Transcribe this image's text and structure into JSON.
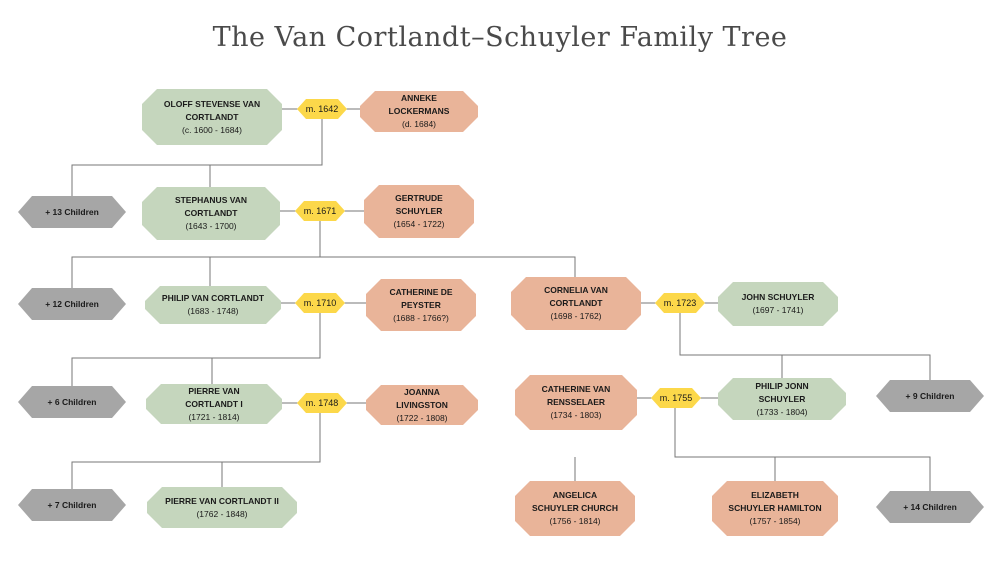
{
  "title": "The Van Cortlandt–Schuyler Family Tree",
  "colors": {
    "male": "#c5d6bd",
    "female": "#e9b499",
    "marriage": "#fcd84a",
    "children": "#a6a6a6",
    "line": "#777777"
  },
  "people": {
    "oloff": {
      "name": "OLOFF STEVENSE VAN CORTLANDT",
      "dates": "(c. 1600 - 1684)"
    },
    "anneke": {
      "name": "ANNEKE LOCKERMANS",
      "dates": "(d. 1684)"
    },
    "stephanus": {
      "name": "STEPHANUS VAN CORTLANDT",
      "dates": "(1643 - 1700)"
    },
    "gertrude": {
      "name": "GERTRUDE SCHUYLER",
      "dates": "(1654 - 1722)"
    },
    "philip_vc": {
      "name": "PHILIP VAN CORTLANDT",
      "dates": "(1683 - 1748)"
    },
    "catherine_dp": {
      "name": "CATHERINE DE PEYSTER",
      "dates": "(1688 - 1766?)"
    },
    "cornelia": {
      "name": "CORNELIA VAN CORTLANDT",
      "dates": "(1698 - 1762)"
    },
    "john_s": {
      "name": "JOHN SCHUYLER",
      "dates": "(1697 - 1741)"
    },
    "pierre1": {
      "name": "PIERRE VAN CORTLANDT I",
      "dates": "(1721 - 1814)"
    },
    "joanna": {
      "name": "JOANNA LIVINGSTON",
      "dates": "(1722 - 1808)"
    },
    "catherine_vr": {
      "name": "CATHERINE VAN RENSSELAER",
      "dates": "(1734 - 1803)"
    },
    "philip_js": {
      "name": "PHILIP JONN SCHUYLER",
      "dates": "(1733 - 1804)"
    },
    "pierre2": {
      "name": "PIERRE VAN CORTLANDT II",
      "dates": "(1762 - 1848)"
    },
    "angelica": {
      "name": "ANGELICA SCHUYLER CHURCH",
      "dates": "(1756 - 1814)"
    },
    "elizabeth": {
      "name": "ELIZABETH SCHUYLER HAMILTON",
      "dates": "(1757 - 1854)"
    }
  },
  "marriages": {
    "m1": "m. 1642",
    "m2": "m. 1671",
    "m3": "m. 1710",
    "m4": "m. 1723",
    "m5": "m. 1748",
    "m6": "m. 1755"
  },
  "children": {
    "c13": "+ 13 Children",
    "c12": "+ 12 Children",
    "c6": "+ 6 Children",
    "c9": "+ 9 Children",
    "c7": "+ 7 Children",
    "c14": "+ 14 Children"
  }
}
